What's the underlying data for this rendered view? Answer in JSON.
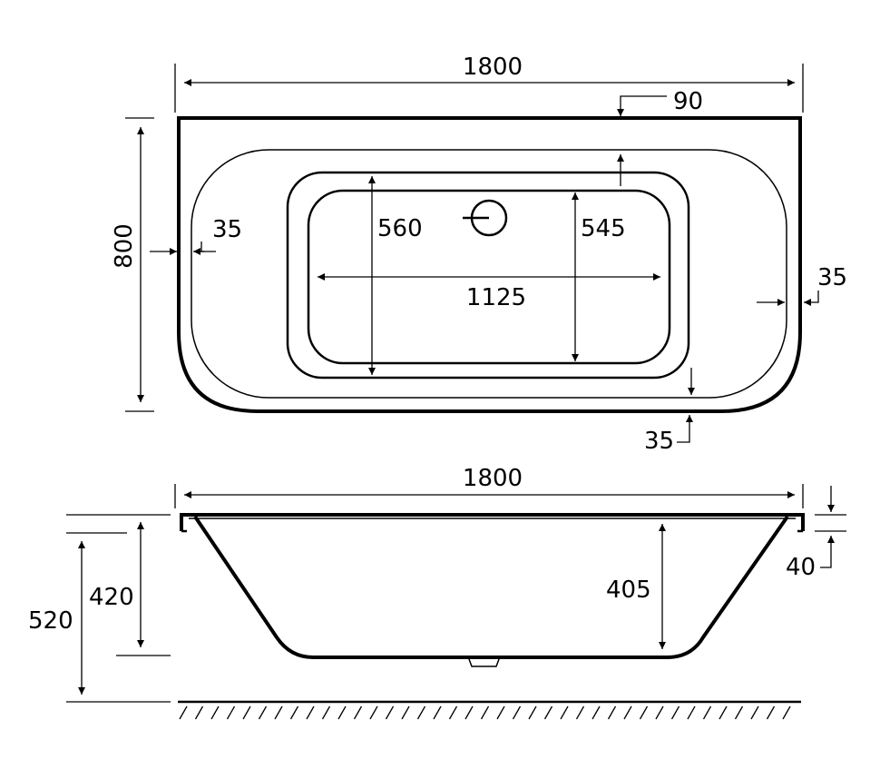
{
  "plan_view": {
    "overall_length": "1800",
    "rim_back": "90",
    "overall_width": "800",
    "rim_left": "35",
    "rim_right": "35",
    "rim_front": "35",
    "base_length": "1125",
    "inner_width": "560",
    "base_width": "545"
  },
  "side_view": {
    "overall_length": "1800",
    "total_height": "520",
    "bath_height": "420",
    "depth": "405",
    "rim_height": "40"
  }
}
